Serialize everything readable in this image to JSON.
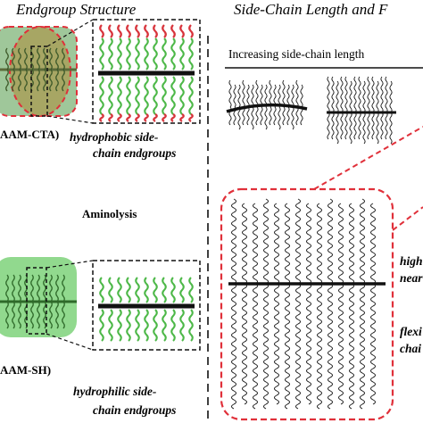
{
  "left_title": "Endgroup Structure",
  "right_title": "Side-Chain Length and F",
  "increasing_label": "Increasing side-chain length",
  "cta_label": "AAM-CTA)",
  "hydrophobic_line1": "hydrophobic side-",
  "hydrophobic_line2": "chain endgroups",
  "aminolysis_label": "Aminolysis",
  "sh_label": "AAM-SH)",
  "hydrophilic_line1": "hydrophilic side-",
  "hydrophilic_line2": "chain endgroups",
  "side_label1_line1": "high",
  "side_label1_line2": "near",
  "side_label2_line1": "flexi",
  "side_label2_line2": "chai",
  "colors": {
    "green_fill": "#9fc79a",
    "green_bright": "#7ed27a",
    "olive_fill": "#a8a05a",
    "red_dash": "#e0303a",
    "wave_green": "#4db848",
    "wave_red": "#d8343c",
    "black": "#111111"
  }
}
